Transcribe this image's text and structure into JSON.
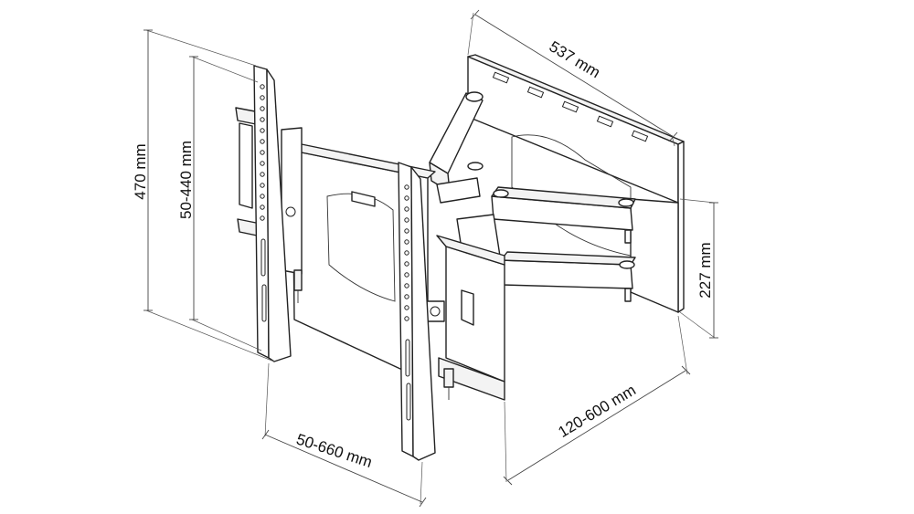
{
  "colors": {
    "line": "#222222",
    "background": "#ffffff"
  },
  "dimensions": {
    "overall_height": "470 mm",
    "vesa_vertical": "50-440 mm",
    "wall_plate_width": "537 mm",
    "wall_plate_height": "227 mm",
    "vesa_horizontal": "50-660 mm",
    "extension": "120-600 mm"
  }
}
